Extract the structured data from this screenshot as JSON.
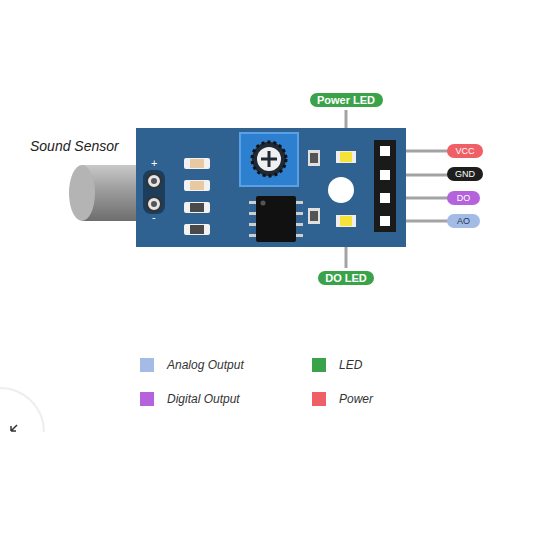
{
  "diagram": {
    "nodes": [
      {
        "text": [
          "Power LED"
        ]
      },
      {
        "text": [
          "DO LED"
        ]
      },
      {
        "text": [
          "VCC"
        ]
      },
      {
        "text": [
          "GND"
        ]
      },
      {
        "text": [
          "DO"
        ]
      },
      {
        "text": [
          "AO"
        ]
      }
    ],
    "labels": [
      "Sound Sensor",
      "+",
      "-"
    ],
    "legend": [
      {
        "text": "Analog Output",
        "color": "#a4bbe6"
      },
      {
        "text": "Digital Output",
        "color": "#b562dd"
      },
      {
        "text": "LED",
        "color": "#3aa34a"
      },
      {
        "text": "Power",
        "color": "#ef5f66"
      }
    ]
  }
}
